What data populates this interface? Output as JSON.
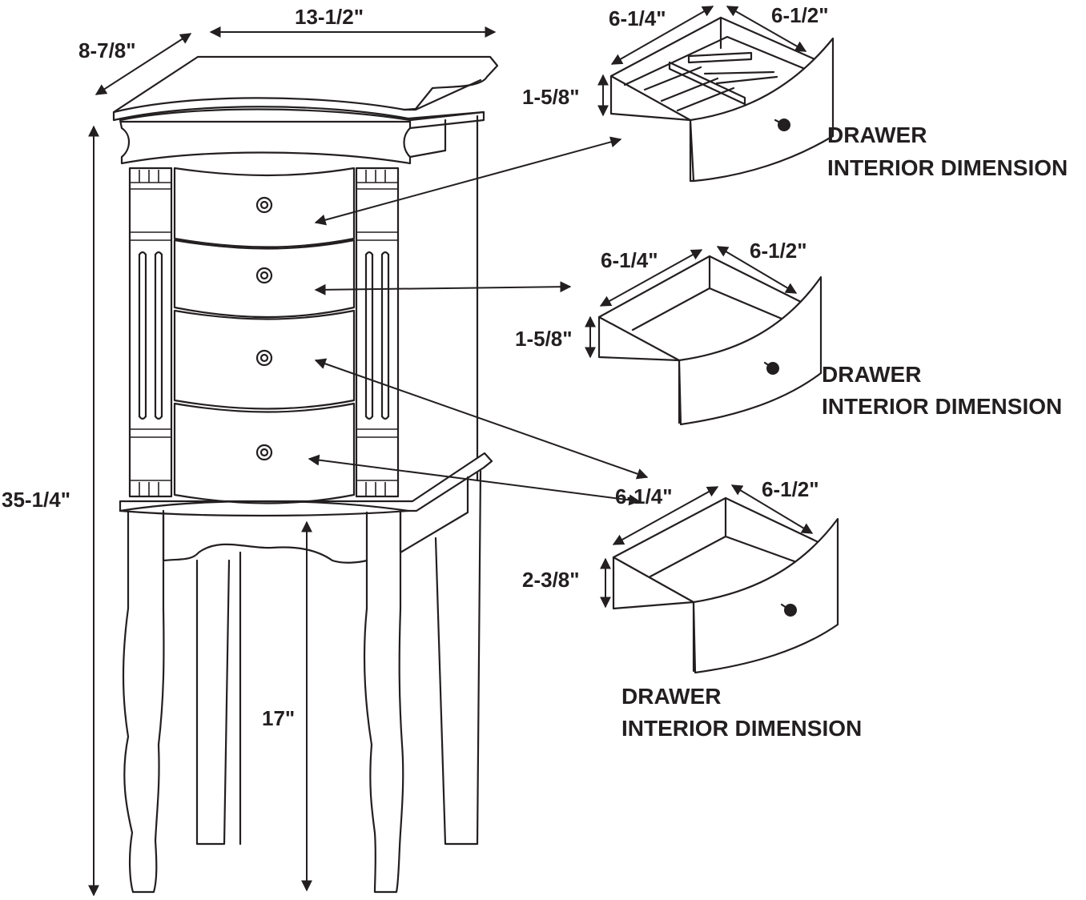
{
  "overall": {
    "width": "13-1/2\"",
    "depth": "8-7/8\"",
    "height": "35-1/4\"",
    "leg_height": "17\""
  },
  "drawers": [
    {
      "depth": "6-1/4\"",
      "width": "6-1/2\"",
      "height": "1-5/8\"",
      "caption_line1": "DRAWER",
      "caption_line2": "INTERIOR DIMENSION"
    },
    {
      "depth": "6-1/4\"",
      "width": "6-1/2\"",
      "height": "1-5/8\"",
      "caption_line1": "DRAWER",
      "caption_line2": "INTERIOR DIMENSION"
    },
    {
      "depth": "6-1/4\"",
      "width": "6-1/2\"",
      "height": "2-3/8\"",
      "caption_line1": "DRAWER",
      "caption_line2": "INTERIOR DIMENSION"
    }
  ],
  "colors": {
    "line": "#231f20",
    "background": "#ffffff"
  }
}
